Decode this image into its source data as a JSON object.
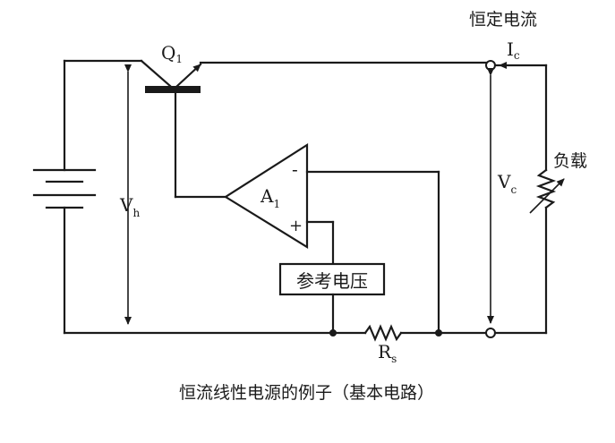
{
  "labels": {
    "top_right_title": "恒定电流",
    "transistor_main": "Q",
    "transistor_sub": "1",
    "opamp_main": "A",
    "opamp_sub": "1",
    "opamp_minus": "-",
    "opamp_plus": "+",
    "vh_main": "V",
    "vh_sub": "h",
    "vc_main": "V",
    "vc_sub": "c",
    "ic_main": "I",
    "ic_sub": "c",
    "rs_main": "R",
    "rs_sub": "s",
    "load": "负载",
    "reference": "参考电压"
  },
  "caption": "恒流线性电源的例子（基本电路）"
}
